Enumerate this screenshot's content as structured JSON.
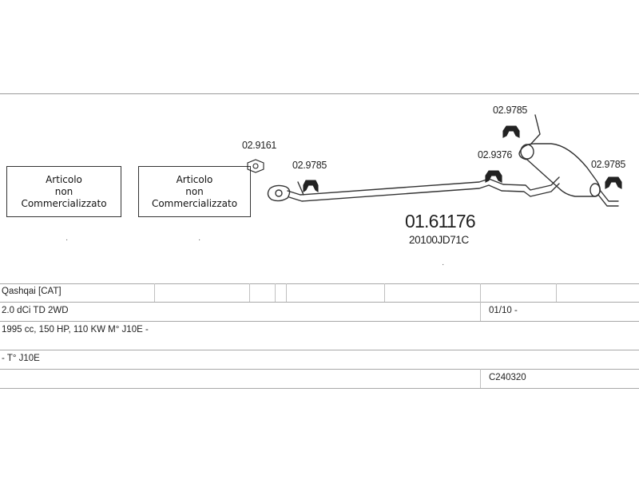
{
  "boxes": [
    {
      "line1": "Articolo",
      "line2": "non",
      "line3": "Commercializzato"
    },
    {
      "line1": "Articolo",
      "line2": "non",
      "line3": "Commercializzato"
    }
  ],
  "parts": {
    "flange_gasket": "02.9161",
    "hanger_front": "02.9785",
    "hanger_middle": "02.9376",
    "hanger_top": "02.9785",
    "hanger_rear": "02.9785"
  },
  "main_part": {
    "code": "01.61176",
    "oem": "20100JD71C"
  },
  "table": {
    "rows": [
      {
        "col1": "Qashqai  [CAT]",
        "col2": ""
      },
      {
        "col1": "2.0 dCi TD 2WD",
        "col2": "01/10 -"
      },
      {
        "col1": "1995 cc, 150 HP, 110 KW M° J10E -",
        "col2": ""
      },
      {
        "col1": "- T° J10E",
        "col2": ""
      },
      {
        "col1": "",
        "col2": "C240320"
      }
    ]
  }
}
